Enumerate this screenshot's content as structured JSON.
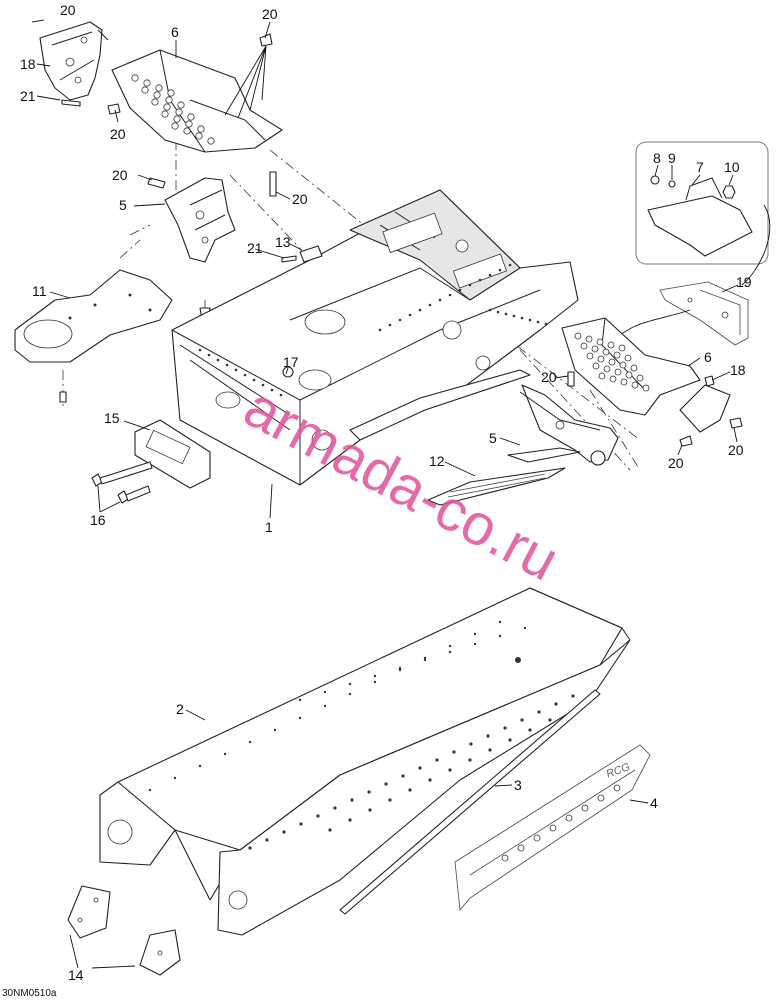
{
  "diagram_code": "30NM0510a",
  "watermark": "armada-co.ru",
  "decal_text": "RCG",
  "callouts": {
    "c20a": "20",
    "c18a": "18",
    "c21a": "21",
    "c20b": "20",
    "c6a": "6",
    "c20c": "20",
    "c20d": "20",
    "c5a": "5",
    "c20e": "20",
    "c21b": "21",
    "c13": "13",
    "c11": "11",
    "c17": "17",
    "c15": "15",
    "c16": "16",
    "c1": "1",
    "c8": "8",
    "c9": "9",
    "c7": "7",
    "c10": "10",
    "c19": "19",
    "c6b": "6",
    "c18b": "18",
    "c20f": "20",
    "c5b": "5",
    "c12": "12",
    "c20g": "20",
    "c20h": "20",
    "c2": "2",
    "c3": "3",
    "c4": "4",
    "c14": "14"
  }
}
